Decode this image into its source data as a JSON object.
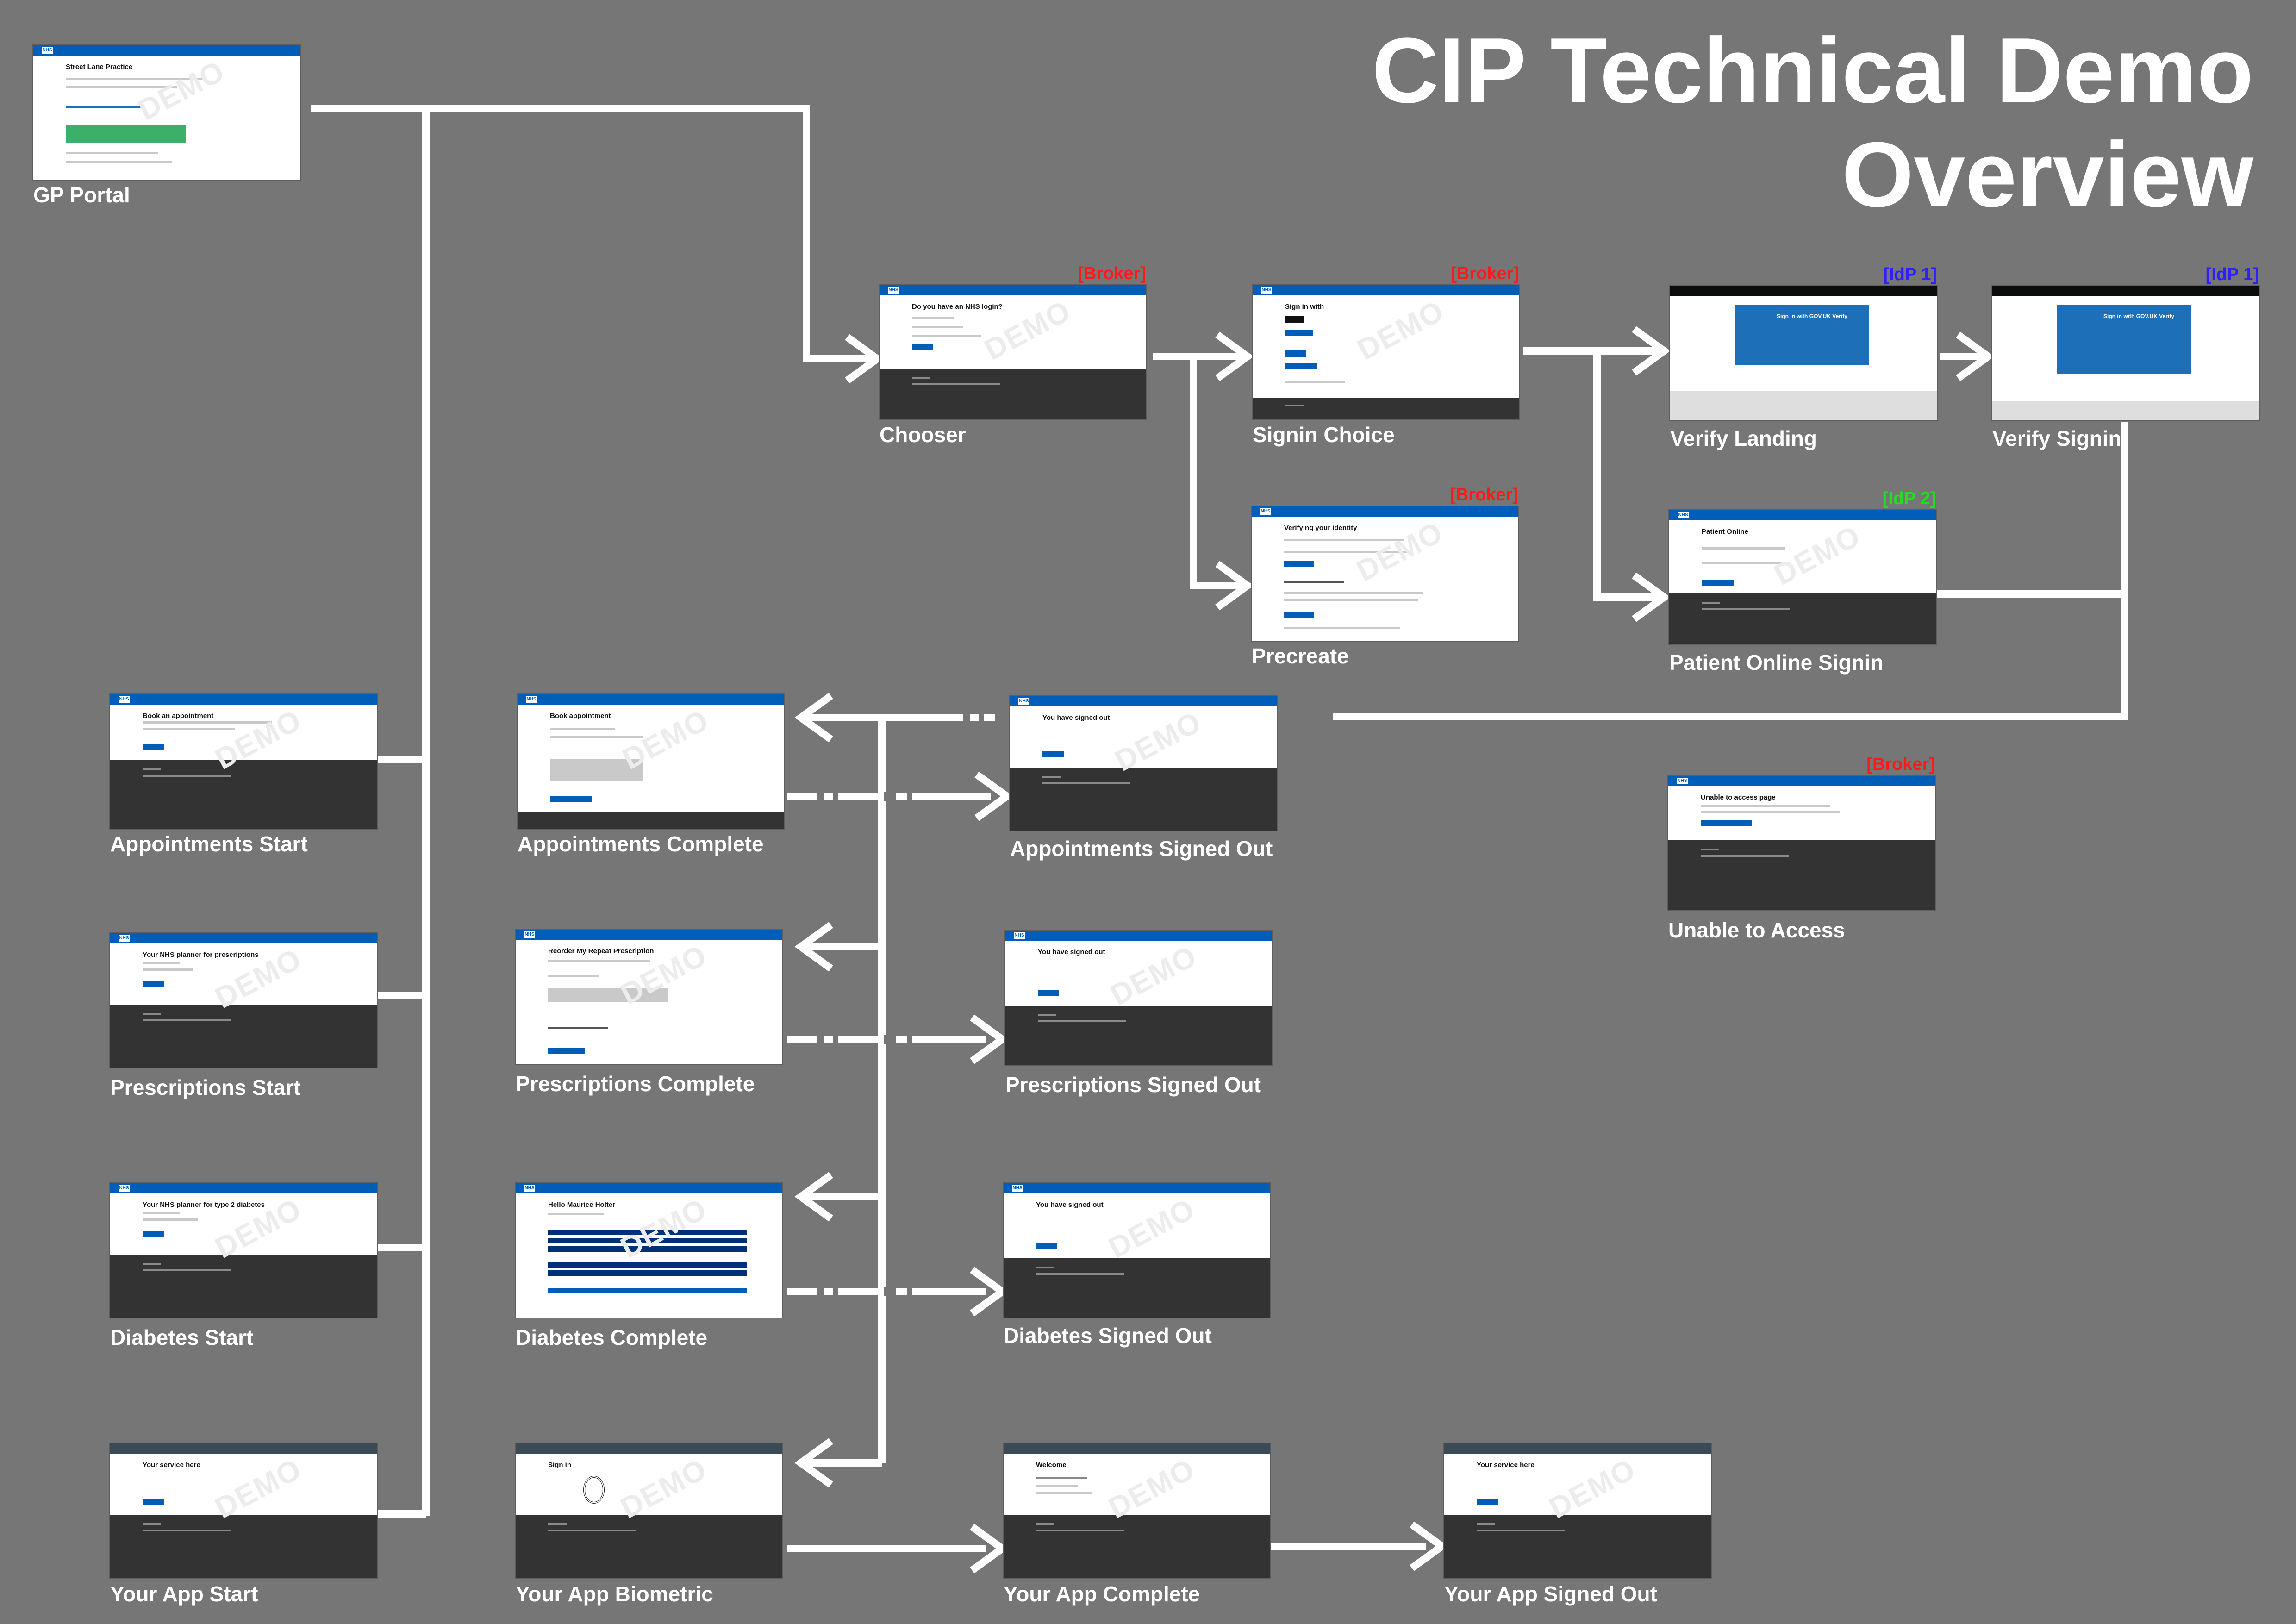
{
  "title": {
    "line1": "CIP Technical Demo",
    "line2": "Overview"
  },
  "colors": {
    "background": "#767676",
    "broker": "#ff1a1a",
    "idp1": "#2d1fff",
    "idp2": "#22dd22",
    "nhs_blue": "#005eb8"
  },
  "nodes": {
    "gp_portal": {
      "label": "GP Portal",
      "thumb_heading": "Street Lane Practice"
    },
    "chooser": {
      "label": "Chooser",
      "tag": "[Broker]",
      "thumb_heading": "Do you have an NHS login?"
    },
    "signin_choice": {
      "label": "Signin Choice",
      "tag": "[Broker]",
      "thumb_heading": "Sign in with"
    },
    "precreate": {
      "label": "Precreate",
      "tag": "[Broker]",
      "thumb_heading": "Verifying your identity"
    },
    "verify_landing": {
      "label": "Verify Landing",
      "tag": "[IdP 1]",
      "thumb_heading": "Sign in with GOV.UK Verify"
    },
    "verify_signin": {
      "label": "Verify Signin",
      "tag": "[IdP 1]",
      "thumb_heading": "Sign in with GOV.UK Verify"
    },
    "patient_online_signin": {
      "label": "Patient Online Signin",
      "tag": "[IdP 2]",
      "thumb_heading": "Patient Online"
    },
    "unable_to_access": {
      "label": "Unable to Access",
      "tag": "[Broker]",
      "thumb_heading": "Unable to access page"
    },
    "appointments_start": {
      "label": "Appointments Start",
      "thumb_heading": "Book an appointment"
    },
    "appointments_complete": {
      "label": "Appointments Complete",
      "thumb_heading": "Book appointment"
    },
    "appointments_signed_out": {
      "label": "Appointments Signed Out",
      "thumb_heading": "You have signed out"
    },
    "prescriptions_start": {
      "label": "Prescriptions Start",
      "thumb_heading": "Your NHS planner for prescriptions"
    },
    "prescriptions_complete": {
      "label": "Prescriptions Complete",
      "thumb_heading": "Reorder My Repeat Prescription"
    },
    "prescriptions_signed_out": {
      "label": "Prescriptions Signed Out",
      "thumb_heading": "You have signed out"
    },
    "diabetes_start": {
      "label": "Diabetes Start",
      "thumb_heading": "Your NHS planner for type 2 diabetes"
    },
    "diabetes_complete": {
      "label": "Diabetes Complete",
      "thumb_heading": "Hello Maurice Holter"
    },
    "diabetes_signed_out": {
      "label": "Diabetes Signed Out",
      "thumb_heading": "You have signed out"
    },
    "your_app_start": {
      "label": "Your App Start",
      "thumb_heading": "Your service here"
    },
    "your_app_biometric": {
      "label": "Your App Biometric",
      "thumb_heading": "Sign in"
    },
    "your_app_complete": {
      "label": "Your App Complete",
      "thumb_heading": "Welcome"
    },
    "your_app_signed_out": {
      "label": "Your App Signed Out",
      "thumb_heading": "Your service here"
    }
  },
  "thumb_watermark": "DEMO",
  "thumb_logo": "NHS"
}
